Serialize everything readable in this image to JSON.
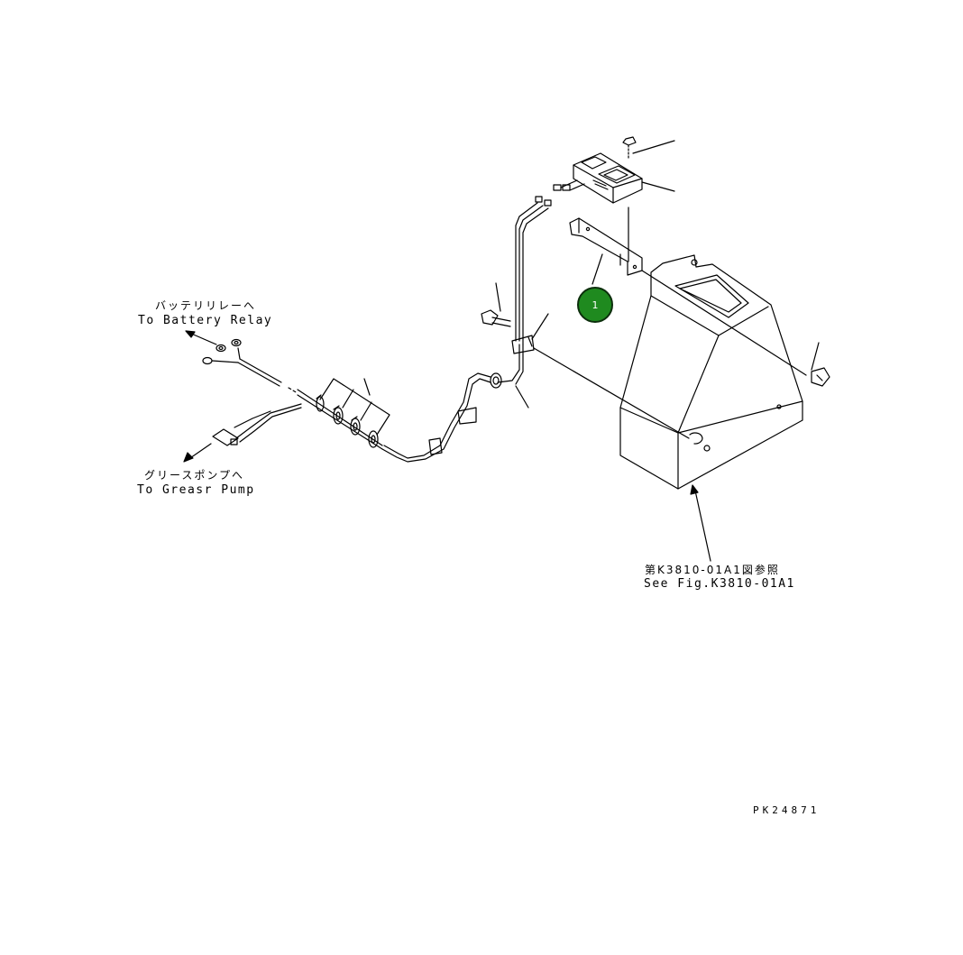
{
  "labels": {
    "battery_relay_jp": "バッテリリレーへ",
    "battery_relay_en": "To Battery Relay",
    "grease_pump_jp": "グリースポンプへ",
    "grease_pump_en": "To Greasr Pump",
    "see_fig_jp": "第K3810-01A1図参照",
    "see_fig_en": "See Fig.K3810-01A1",
    "drawing_number": "PK24871"
  },
  "callouts": [
    {
      "number": "1",
      "color": "#1f8a1f"
    }
  ]
}
